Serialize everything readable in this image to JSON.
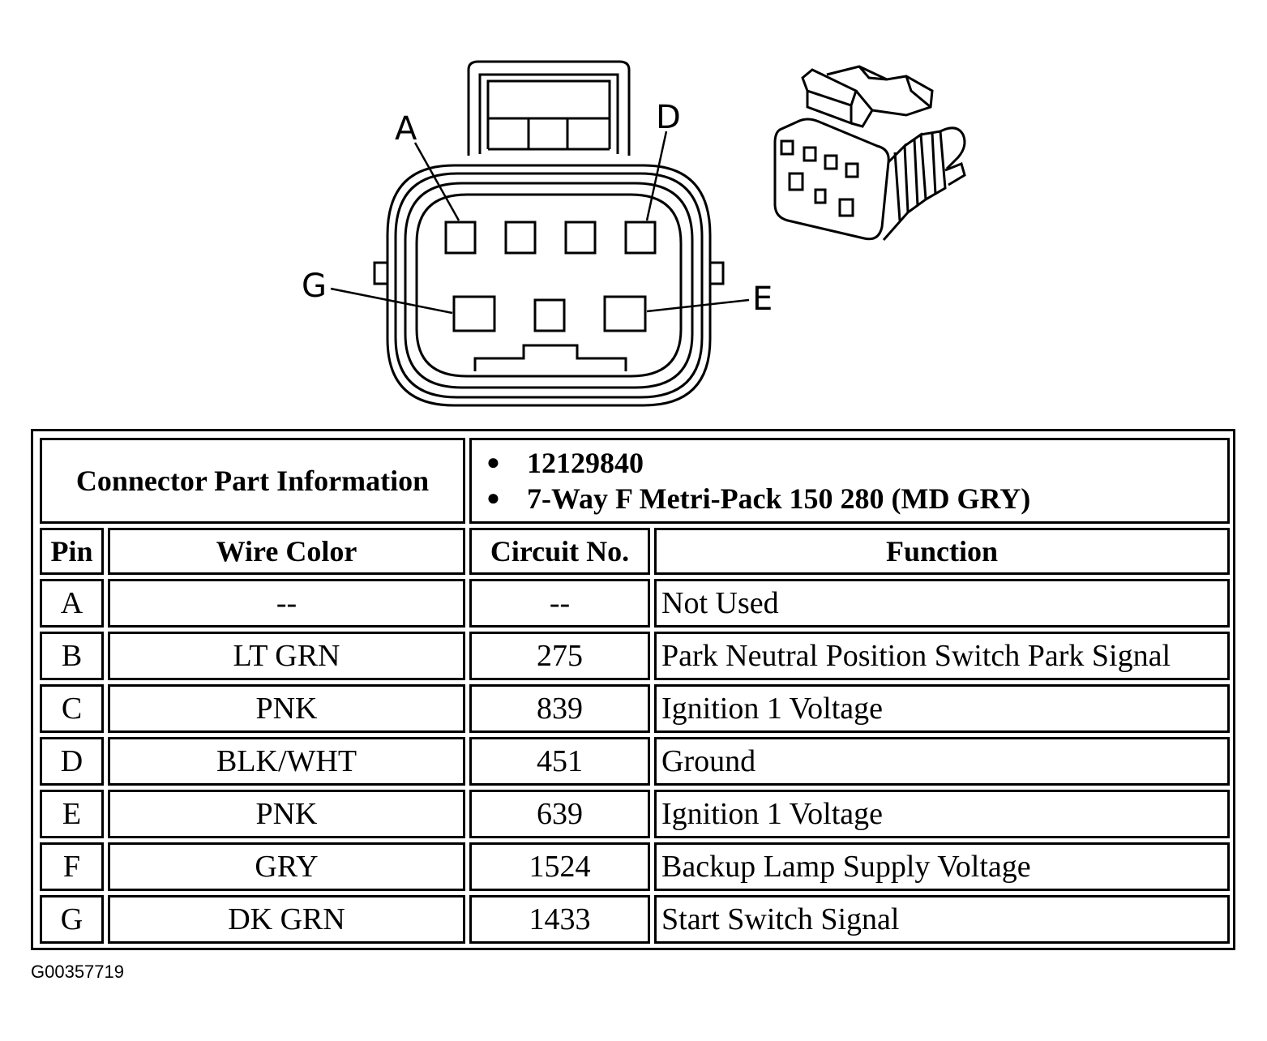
{
  "connector_labels": [
    "A",
    "D",
    "G",
    "E"
  ],
  "part_info": {
    "label": "Connector Part Information",
    "items": [
      "12129840",
      "7-Way F Metri-Pack 150 280 (MD GRY)"
    ]
  },
  "table": {
    "columns": [
      "Pin",
      "Wire Color",
      "Circuit No.",
      "Function"
    ],
    "rows": [
      {
        "pin": "A",
        "wire_color": "--",
        "circuit": "--",
        "function": "Not Used"
      },
      {
        "pin": "B",
        "wire_color": "LT GRN",
        "circuit": "275",
        "function": "Park Neutral Position Switch Park Signal"
      },
      {
        "pin": "C",
        "wire_color": "PNK",
        "circuit": "839",
        "function": "Ignition 1 Voltage"
      },
      {
        "pin": "D",
        "wire_color": "BLK/WHT",
        "circuit": "451",
        "function": "Ground"
      },
      {
        "pin": "E",
        "wire_color": "PNK",
        "circuit": "639",
        "function": "Ignition 1 Voltage"
      },
      {
        "pin": "F",
        "wire_color": "GRY",
        "circuit": "1524",
        "function": "Backup Lamp Supply Voltage"
      },
      {
        "pin": "G",
        "wire_color": "DK GRN",
        "circuit": "1433",
        "function": "Start Switch Signal"
      }
    ]
  },
  "figure_code": "G00357719"
}
